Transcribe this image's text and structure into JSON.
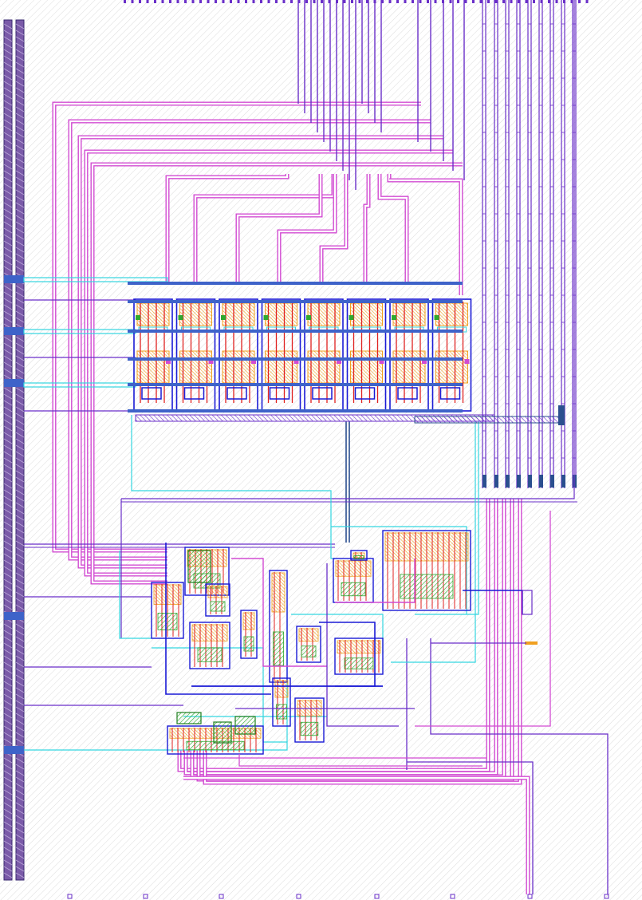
{
  "layout": {
    "colors": {
      "background": "#ffffff",
      "hatch": "#d9d9d9",
      "metal1_blue": "#1a1ad6",
      "metal2_purple": "#6a2fc9",
      "metal3_magenta": "#d24bd2",
      "via_cyan": "#33d6e0",
      "poly_red": "#e02020",
      "diffusion_orange": "#f0a020",
      "nwell_green": "#2fa82f",
      "contact_dark": "#2b4f8f",
      "power_rail": "#7a5aa8"
    },
    "layers": [
      "metal1",
      "metal2",
      "metal3",
      "via",
      "poly",
      "diffusion",
      "nwell",
      "contact"
    ]
  }
}
